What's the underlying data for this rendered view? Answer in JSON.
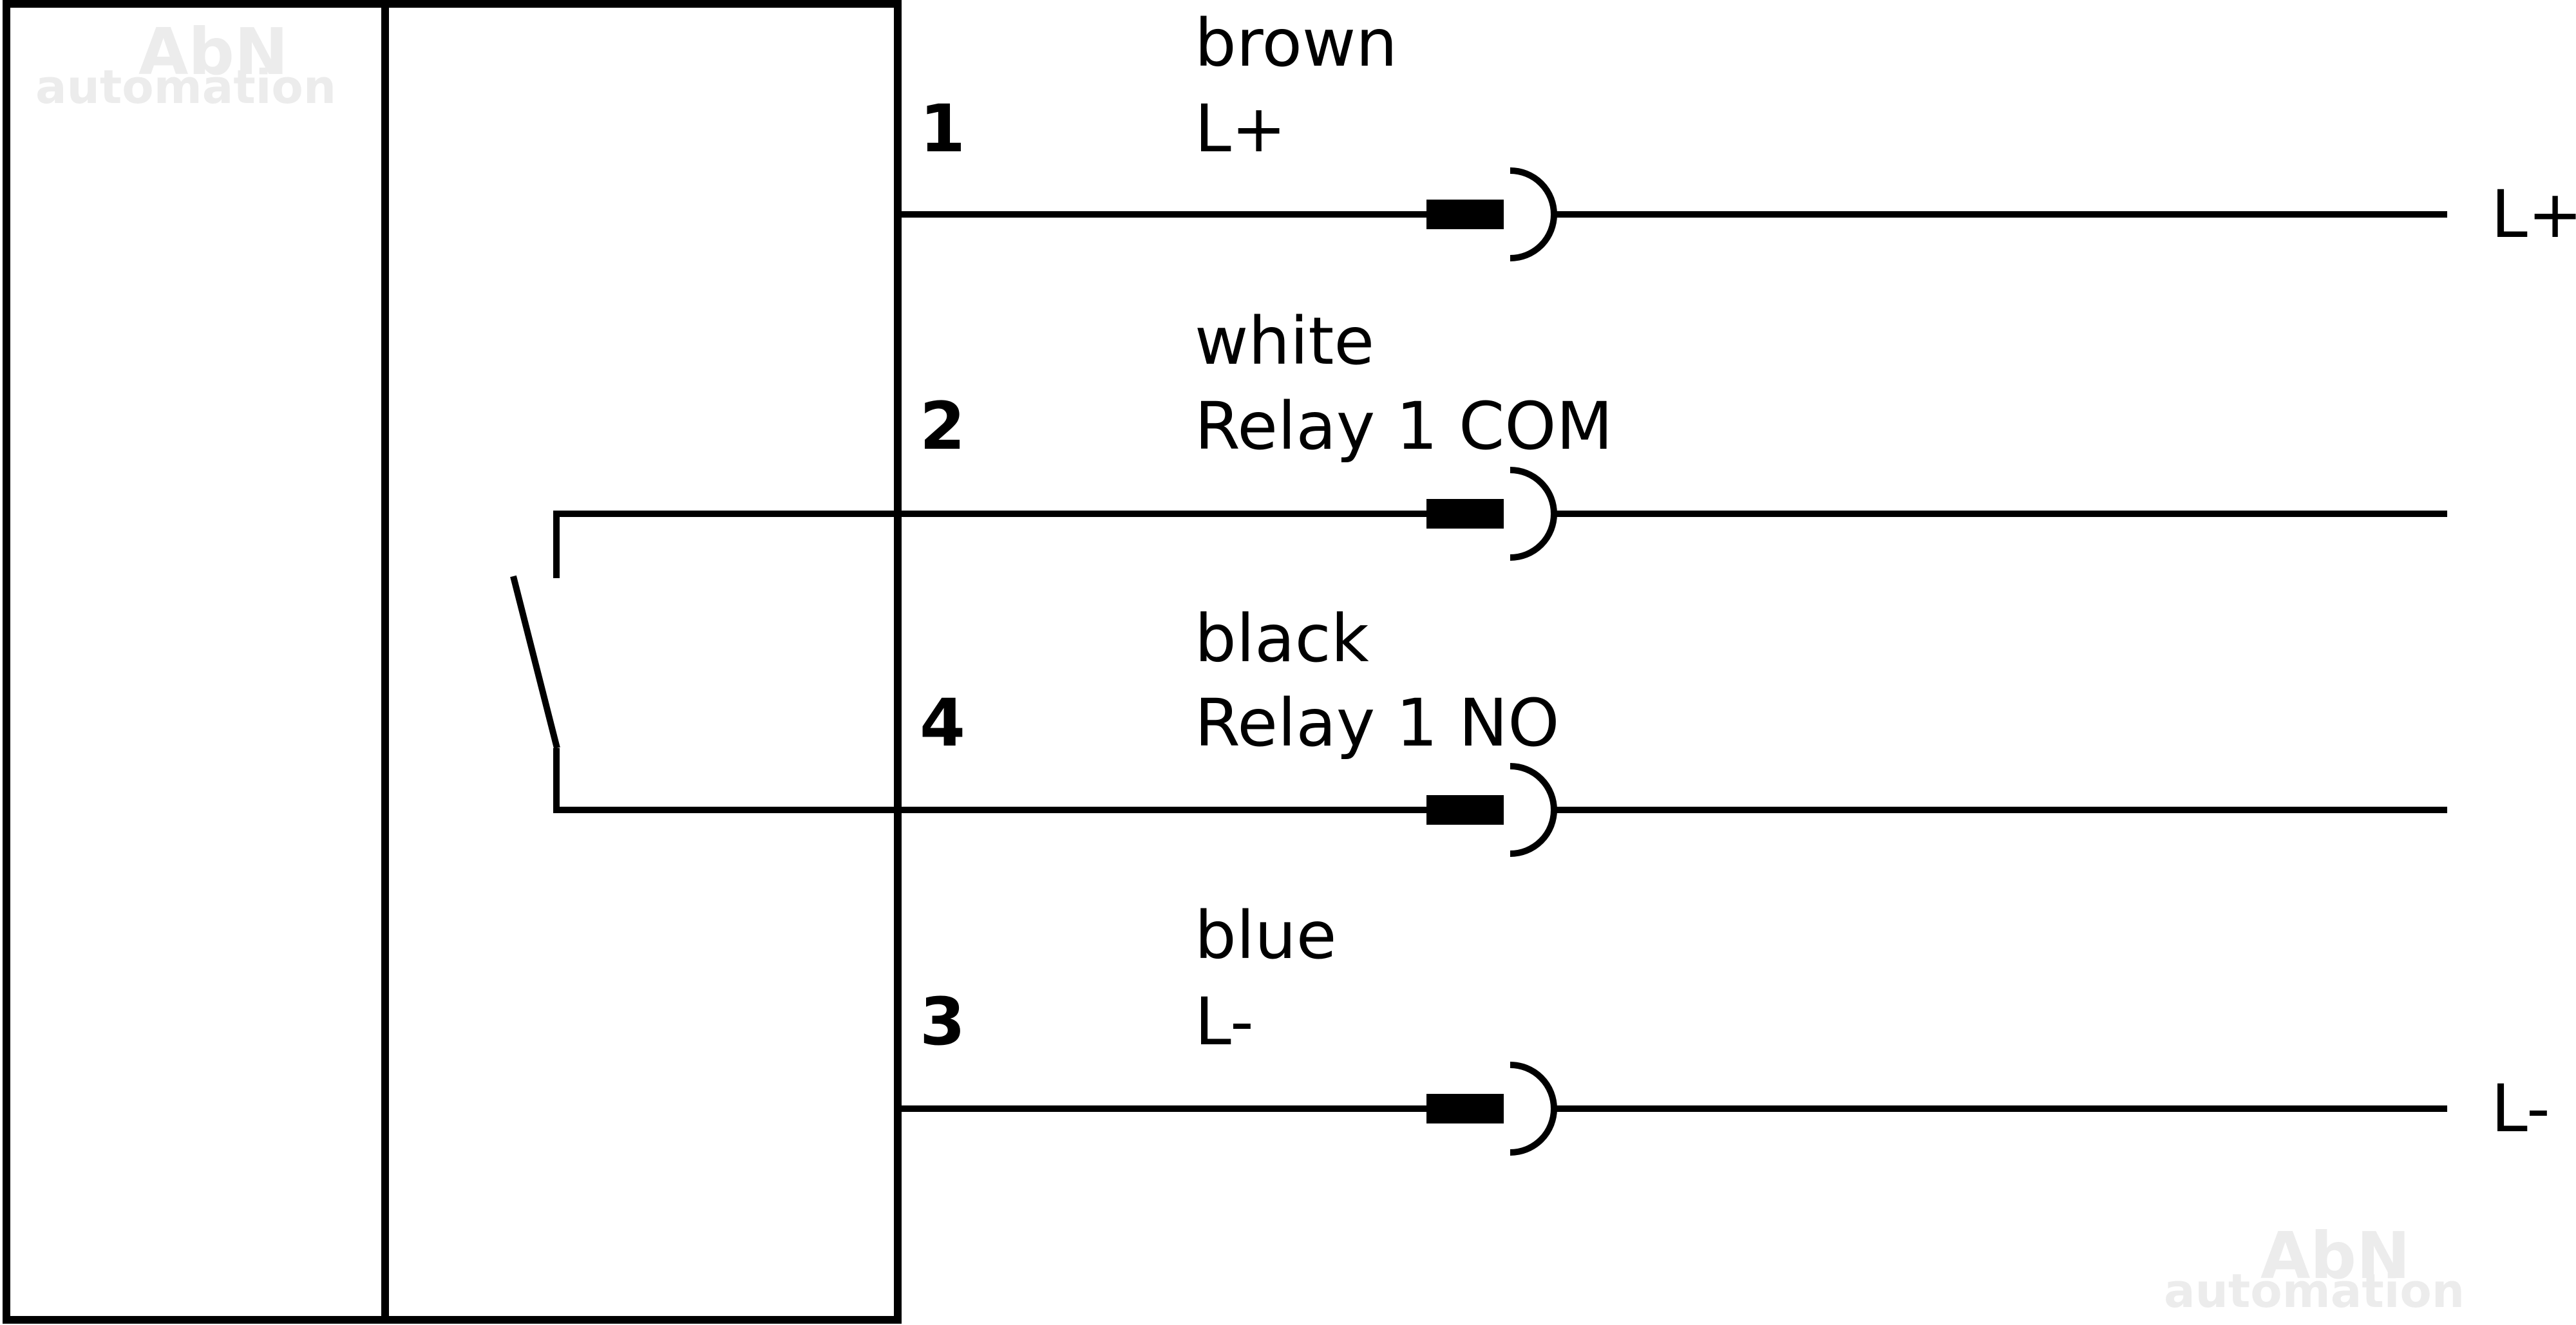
{
  "watermark": {
    "brand": "AbN",
    "sub": "automation"
  },
  "pins": [
    {
      "number": "1",
      "color": "brown",
      "function": "L+",
      "terminal": "L+"
    },
    {
      "number": "2",
      "color": "white",
      "function": "Relay 1 COM",
      "terminal": ""
    },
    {
      "number": "4",
      "color": "black",
      "function": "Relay 1 NO",
      "terminal": ""
    },
    {
      "number": "3",
      "color": "blue",
      "function": "L-",
      "terminal": "L-"
    }
  ]
}
